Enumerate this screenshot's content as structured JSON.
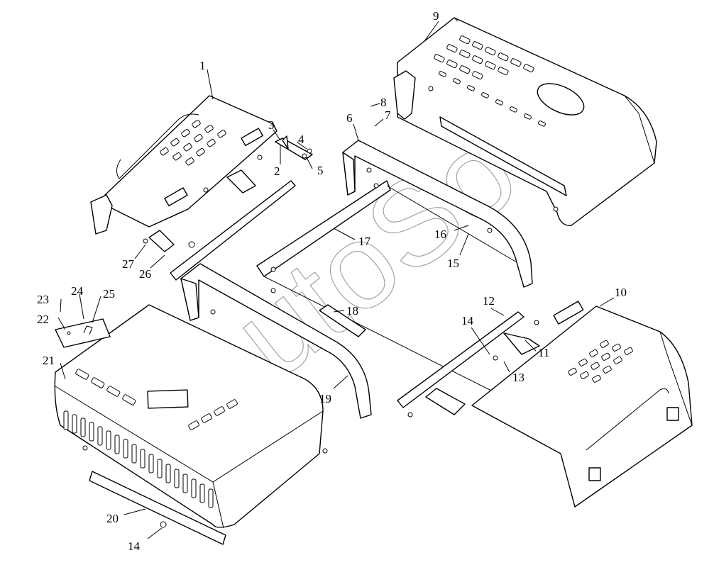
{
  "watermark": "AutoSoft",
  "callouts": [
    {
      "id": "c1",
      "label": "1"
    },
    {
      "id": "c2",
      "label": "2"
    },
    {
      "id": "c3",
      "label": "3"
    },
    {
      "id": "c4",
      "label": "4"
    },
    {
      "id": "c5",
      "label": "5"
    },
    {
      "id": "c6",
      "label": "6"
    },
    {
      "id": "c7",
      "label": "7"
    },
    {
      "id": "c8",
      "label": "8"
    },
    {
      "id": "c9",
      "label": "9"
    },
    {
      "id": "c10",
      "label": "10"
    },
    {
      "id": "c11",
      "label": "11"
    },
    {
      "id": "c12",
      "label": "12"
    },
    {
      "id": "c13",
      "label": "13"
    },
    {
      "id": "c14a",
      "label": "14"
    },
    {
      "id": "c14b",
      "label": "14"
    },
    {
      "id": "c15",
      "label": "15"
    },
    {
      "id": "c16",
      "label": "16"
    },
    {
      "id": "c17",
      "label": "17"
    },
    {
      "id": "c18",
      "label": "18"
    },
    {
      "id": "c19",
      "label": "19"
    },
    {
      "id": "c20",
      "label": "20"
    },
    {
      "id": "c21",
      "label": "21"
    },
    {
      "id": "c22",
      "label": "22"
    },
    {
      "id": "c23",
      "label": "23"
    },
    {
      "id": "c24",
      "label": "24"
    },
    {
      "id": "c25",
      "label": "25"
    },
    {
      "id": "c26",
      "label": "26"
    },
    {
      "id": "c27",
      "label": "27"
    }
  ]
}
